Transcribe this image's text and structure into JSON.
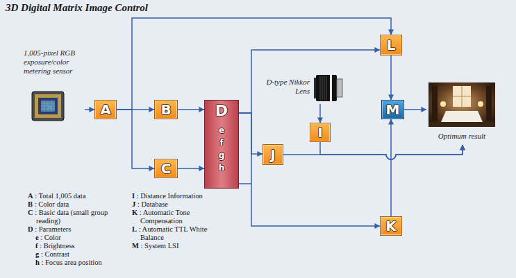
{
  "diagram": {
    "title": "3D Digital Matrix Image Control",
    "nodes": [
      {
        "text": [
          "1,005-pixel RGB exposure/color metering sensor"
        ]
      },
      {
        "text": [
          "A"
        ]
      },
      {
        "text": [
          "B"
        ]
      },
      {
        "text": [
          "C"
        ]
      },
      {
        "text": [
          "D",
          "e f g h"
        ]
      },
      {
        "text": [
          "L"
        ]
      },
      {
        "text": [
          "D-type Nikkor Lens"
        ]
      },
      {
        "text": [
          "I"
        ]
      },
      {
        "text": [
          "J"
        ]
      },
      {
        "text": [
          "M"
        ]
      },
      {
        "text": [
          "Optimum result"
        ]
      },
      {
        "text": [
          "K"
        ]
      }
    ],
    "edges": [
      {
        "from": 0,
        "to": 1,
        "arrow": "to"
      },
      {
        "from": 1,
        "to": 2,
        "arrow": "to"
      },
      {
        "from": 1,
        "to": 3,
        "arrow": "to"
      },
      {
        "from": 1,
        "to": 5,
        "arrow": "to"
      },
      {
        "from": 2,
        "to": 4,
        "arrow": "to"
      },
      {
        "from": 3,
        "to": 4,
        "arrow": "to"
      },
      {
        "from": 4,
        "to": 5,
        "arrow": "to"
      },
      {
        "from": 4,
        "to": 8,
        "arrow": "to"
      },
      {
        "from": 4,
        "to": 11,
        "arrow": "to"
      },
      {
        "from": 6,
        "to": 7,
        "arrow": "to"
      },
      {
        "from": 5,
        "to": 9,
        "arrow": "to"
      },
      {
        "from": 11,
        "to": 9,
        "arrow": "to"
      },
      {
        "from": 9,
        "to": 10,
        "arrow": "to"
      },
      {
        "from": 8,
        "to": 10,
        "arrow": "to"
      },
      {
        "from": 7,
        "to": 10,
        "arrow": "to"
      }
    ],
    "labels": [
      "A : Total 1,005 data",
      "B : Color data",
      "C : Basic data (small group reading)",
      "D : Parameters",
      "e : Color",
      "f : Brightness",
      "g : Contrast",
      "h : Focus area position",
      "I : Distance Information",
      "J : Database",
      "K : Automatic Tone Compensation",
      "L : Automatic TTL White Balance",
      "M : System LSI"
    ]
  }
}
